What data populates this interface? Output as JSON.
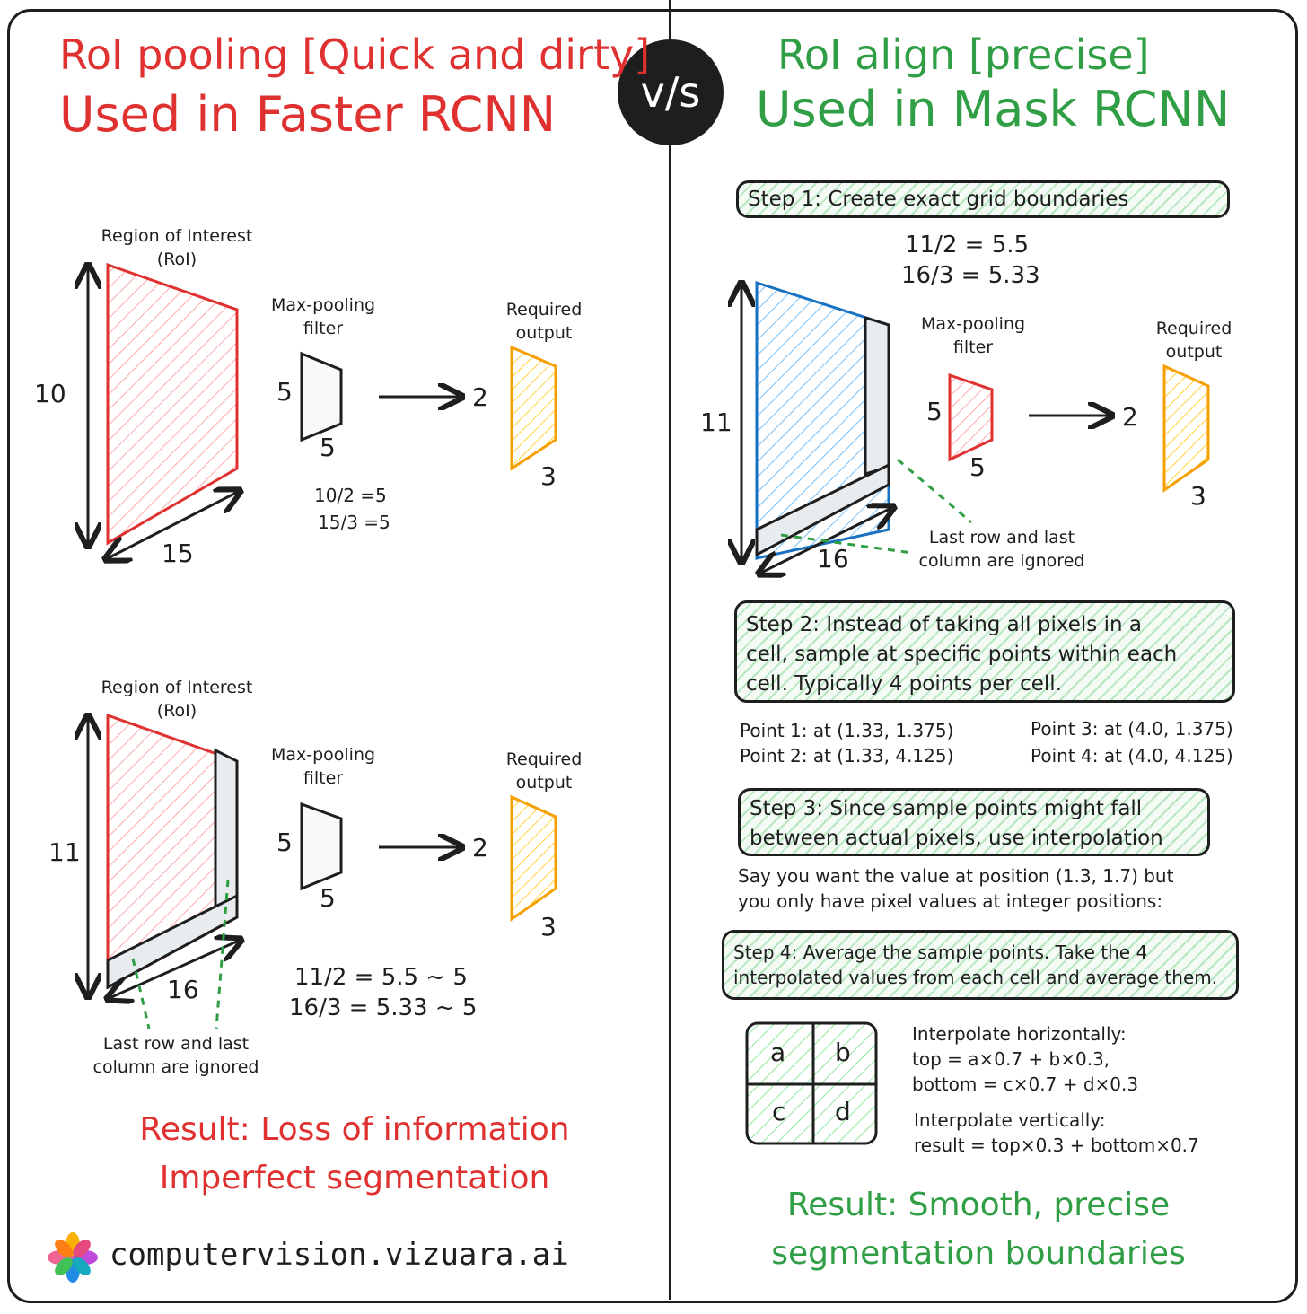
{
  "vs_label": "v/s",
  "left": {
    "title_line1": "RoI pooling [Quick and dirty]",
    "title_line2": "Used in Faster RCNN",
    "roi_label_1": "Region of Interest",
    "roi_label_2": "(RoI)",
    "filter_label_1": "Max-pooling",
    "filter_label_2": "filter",
    "output_label_1": "Required",
    "output_label_2": "output",
    "example1": {
      "height": "10",
      "width": "15",
      "filter_h": "5",
      "filter_w": "5",
      "out_h": "2",
      "out_w": "3",
      "calc_1": "10/2 =5",
      "calc_2": "15/3 =5"
    },
    "example2": {
      "height": "11",
      "width": "16",
      "filter_h": "5",
      "filter_w": "5",
      "out_h": "2",
      "out_w": "3",
      "calc_1": "11/2 = 5.5 ~ 5",
      "calc_2": "16/3 = 5.33 ~ 5",
      "ignored_1": "Last row and last",
      "ignored_2": "column are ignored"
    },
    "result_1": "Result: Loss of information",
    "result_2": "Imperfect segmentation",
    "brand": "computervision.vizuara.ai"
  },
  "right": {
    "title_line1": "RoI align [precise]",
    "title_line2": "Used in Mask RCNN",
    "step1": "Step 1: Create exact grid boundaries",
    "calc_1": "11/2 = 5.5",
    "calc_2": "16/3 = 5.33",
    "height": "11",
    "width": "16",
    "filter_label_1": "Max-pooling",
    "filter_label_2": "filter",
    "filter_h": "5",
    "filter_w": "5",
    "output_label_1": "Required",
    "output_label_2": "output",
    "out_h": "2",
    "out_w": "3",
    "ignored_1": "Last row and last",
    "ignored_2": "column are ignored",
    "step2_1": "Step 2: Instead of taking all pixels in a",
    "step2_2": "cell, sample at specific points within each",
    "step2_3": "cell. Typically 4 points per cell.",
    "point1": "Point 1: at (1.33, 1.375)",
    "point2": "Point 2: at (1.33, 4.125)",
    "point3": "Point 3: at (4.0, 1.375)",
    "point4": "Point 4: at (4.0, 4.125)",
    "step3_1": "Step 3: Since sample points might fall",
    "step3_2": "between actual pixels, use interpolation",
    "say_1": "Say you want the value at position (1.3, 1.7) but",
    "say_2": "you only have pixel values at integer positions:",
    "step4_1": "Step 4: Average the sample points. Take the 4",
    "step4_2": "interpolated values from each cell and average them.",
    "grid": {
      "a": "a",
      "b": "b",
      "c": "c",
      "d": "d"
    },
    "interp_h_title": "Interpolate horizontally:",
    "interp_h_1": "top = a×0.7 + b×0.3,",
    "interp_h_2": "bottom = c×0.7 + d×0.3",
    "interp_v_title": "Interpolate vertically:",
    "interp_v_1": "result = top×0.3 + bottom×0.7",
    "result_1": "Result: Smooth, precise",
    "result_2": "segmentation boundaries"
  }
}
